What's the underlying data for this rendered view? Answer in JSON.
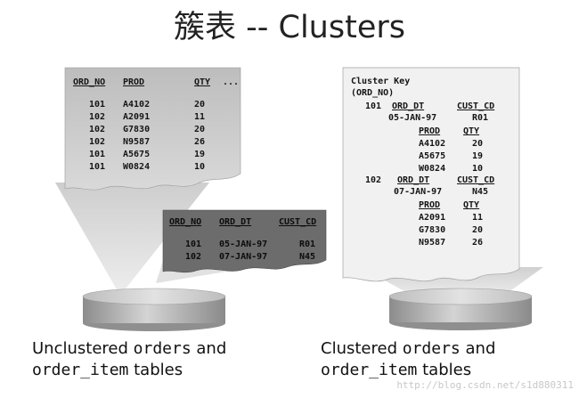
{
  "title": "簇表 -- Clusters",
  "unclustered": {
    "orders_table": {
      "headers": [
        "ORD_NO",
        "PROD",
        "QTY",
        "..."
      ],
      "rows": [
        [
          "101",
          "A4102",
          "20"
        ],
        [
          "102",
          "A2091",
          "11"
        ],
        [
          "102",
          "G7830",
          "20"
        ],
        [
          "102",
          "N9587",
          "26"
        ],
        [
          "101",
          "A5675",
          "19"
        ],
        [
          "101",
          "W0824",
          "10"
        ]
      ]
    },
    "items_table": {
      "headers": [
        "ORD_NO",
        "ORD_DT",
        "CUST_CD"
      ],
      "rows": [
        [
          "101",
          "05-JAN-97",
          "R01"
        ],
        [
          "102",
          "07-JAN-97",
          "N45"
        ]
      ]
    },
    "caption": {
      "line1_a": "Unclustered",
      "line1_b": "orders",
      "line1_c": "and",
      "line2_a": "order_item",
      "line2_b": "tables"
    }
  },
  "clustered": {
    "cluster_key_label_1": "Cluster Key",
    "cluster_key_label_2": "(ORD_NO)",
    "groups": [
      {
        "key": "101",
        "order_headers": [
          "ORD_DT",
          "CUST_CD"
        ],
        "order_row": [
          "05-JAN-97",
          "R01"
        ],
        "item_headers": [
          "PROD",
          "QTY"
        ],
        "items": [
          [
            "A4102",
            "20"
          ],
          [
            "A5675",
            "19"
          ],
          [
            "W0824",
            "10"
          ]
        ]
      },
      {
        "key": "102",
        "order_headers": [
          "ORD_DT",
          "CUST_CD"
        ],
        "order_row": [
          "07-JAN-97",
          "N45"
        ],
        "item_headers": [
          "PROD",
          "QTY"
        ],
        "items": [
          [
            "A2091",
            "11"
          ],
          [
            "G7830",
            "20"
          ],
          [
            "N9587",
            "26"
          ]
        ]
      }
    ],
    "caption": {
      "line1_a": "Clustered",
      "line1_b": "orders",
      "line1_c": "and",
      "line2_a": "order_item",
      "line2_b": "tables"
    }
  },
  "watermark": "http://blog.csdn.net/s1d880311",
  "colors": {
    "paper_light": "#cfcfcf",
    "paper_dark": "#6e6e6e",
    "beam": "#d8d8d8",
    "disk_top": "#c9c9c9",
    "disk_side": "#9a9a9a"
  }
}
